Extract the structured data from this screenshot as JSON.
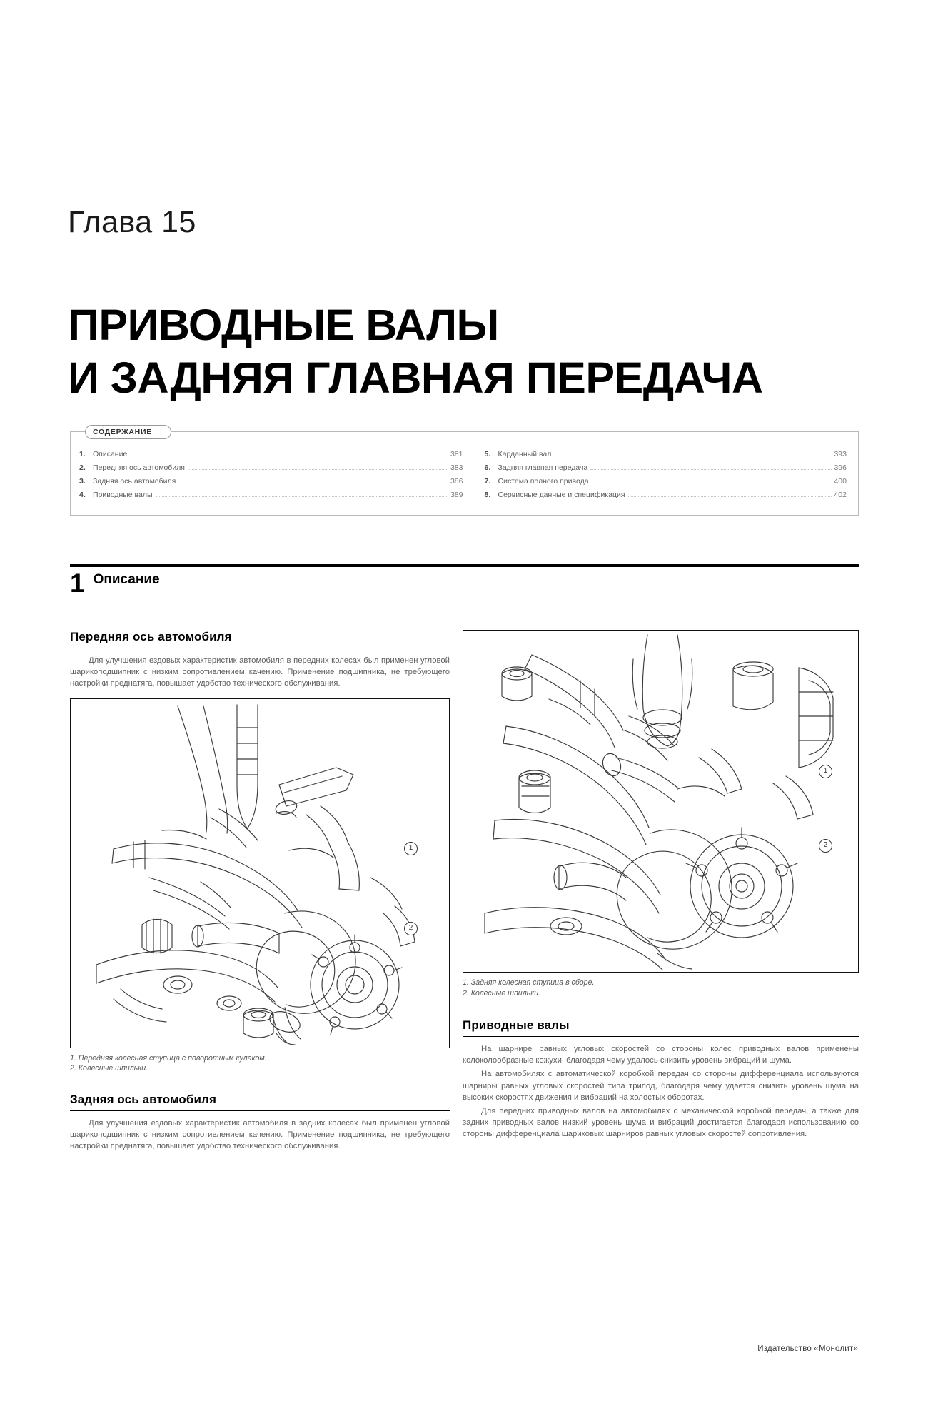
{
  "document": {
    "chapter_label": "Глава 15",
    "title_lines": [
      "ПРИВОДНЫЕ ВАЛЫ",
      "И ЗАДНЯЯ ГЛАВНАЯ ПЕРЕДАЧА"
    ],
    "publisher_footer": "Издательство «Монолит»"
  },
  "toc": {
    "tab_label": "СОДЕРЖАНИЕ",
    "left_items": [
      {
        "num": "1.",
        "text": "Описание",
        "page": "381"
      },
      {
        "num": "2.",
        "text": "Передняя ось автомобиля",
        "page": "383"
      },
      {
        "num": "3.",
        "text": "Задняя ось автомобиля",
        "page": "386"
      },
      {
        "num": "4.",
        "text": "Приводные валы",
        "page": "389"
      }
    ],
    "right_items": [
      {
        "num": "5.",
        "text": "Карданный вал",
        "page": "393"
      },
      {
        "num": "6.",
        "text": "Задняя главная передача",
        "page": "396"
      },
      {
        "num": "7.",
        "text": "Система полного привода",
        "page": "400"
      },
      {
        "num": "8.",
        "text": "Сервисные данные и спецификация",
        "page": "402"
      }
    ]
  },
  "section": {
    "number": "1",
    "title": "Описание"
  },
  "left_column": {
    "front_axle": {
      "heading": "Передняя ось автомобиля",
      "paragraph": "Для улучшения ездовых характеристик автомобиля в передних колесах был применен угловой шарикоподшипник с низким сопротивлением качению. Применение подшипника, не требующего настройки преднатяга, повышает удобство технического обслуживания."
    },
    "figure": {
      "callouts": [
        "1",
        "2"
      ],
      "caption_lines": [
        "1. Передняя колесная ступица с поворотным кулаком.",
        "2. Колесные шпильки."
      ]
    },
    "rear_axle": {
      "heading": "Задняя ось автомобиля",
      "paragraph": "Для улучшения ездовых характеристик автомобиля в задних колесах был применен угловой шарикоподшипник с низким сопротивлением качению. Применение подшипника, не требующего настройки преднатяга, повышает удобство технического обслуживания."
    }
  },
  "right_column": {
    "figure": {
      "callouts": [
        "1",
        "2"
      ],
      "caption_lines": [
        "1. Задняя колесная ступица в сборе.",
        "2. Колесные шпильки."
      ]
    },
    "drive_shafts": {
      "heading": "Приводные валы",
      "paragraphs": [
        "На шарнире равных угловых скоростей со стороны колес приводных валов применены колоколообразные кожухи, благодаря чему удалось снизить уровень вибраций и шума.",
        "На автомобилях с автоматической коробкой передач со стороны дифференциала используются шарниры равных угловых скоростей типа трипод, благодаря чему удается снизить уровень шума на высоких скоростях движения и вибраций на холостых оборотах.",
        "Для передних приводных валов на автомобилях с механической коробкой передач, а также для задних приводных валов низкий уровень шума и вибраций достигается благодаря использованию со стороны дифференциала шариковых шарниров равных угловых скоростей сопротивления."
      ]
    }
  }
}
